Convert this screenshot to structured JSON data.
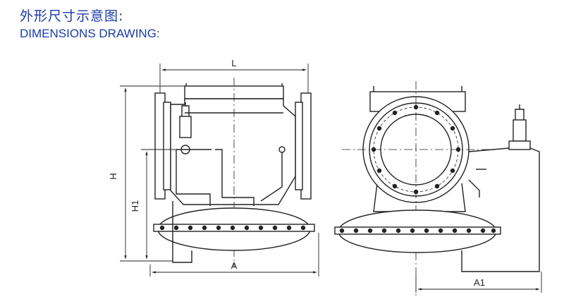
{
  "heading": {
    "title_cn": "外形尺寸示意图:",
    "title_en": "DIMENSIONS DRAWING:"
  },
  "dimensions": {
    "L": "L",
    "H": "H",
    "H1": "H1",
    "A": "A",
    "A1": "A1"
  },
  "colors": {
    "title": "#1a3aa8",
    "line": "#222222"
  }
}
